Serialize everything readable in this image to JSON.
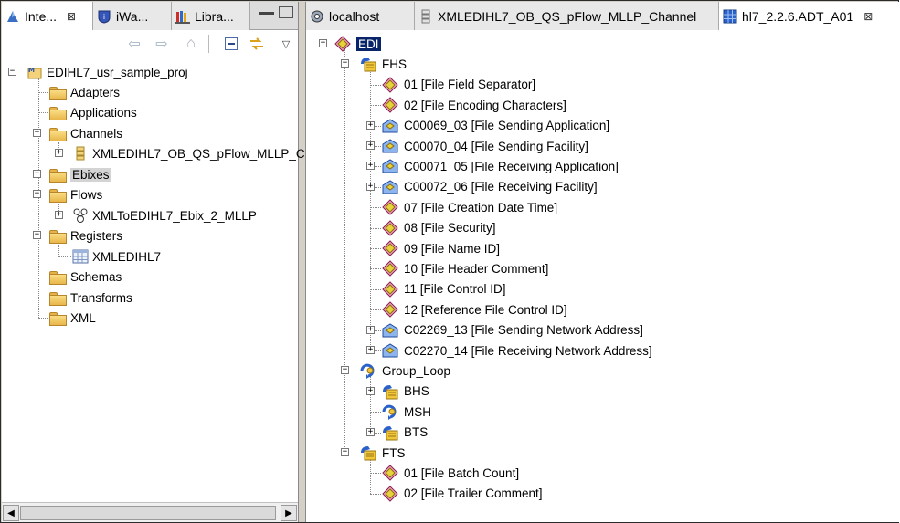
{
  "left_tabs": [
    {
      "label": "Inte...",
      "icon": "integration-explorer-icon",
      "close": "⊠"
    },
    {
      "label": "iWa...",
      "icon": "iway-shield-icon"
    },
    {
      "label": "Libra...",
      "icon": "library-books-icon"
    }
  ],
  "left_tree": {
    "project": "EDIHL7_usr_sample_proj",
    "adapters": "Adapters",
    "applications": "Applications",
    "channels": "Channels",
    "channel_item": "XMLEDIHL7_OB_QS_pFlow_MLLP_C",
    "ebixes": "Ebixes",
    "flows": "Flows",
    "flow_item": "XMLToEDIHL7_Ebix_2_MLLP",
    "registers": "Registers",
    "register_item": "XMLEDIHL7",
    "schemas": "Schemas",
    "transforms": "Transforms",
    "xml": "XML"
  },
  "right_tabs": [
    {
      "label": "localhost",
      "icon": "server-gear-icon"
    },
    {
      "label": "XMLEDIHL7_OB_QS_pFlow_MLLP_Channel",
      "icon": "channel-icon"
    },
    {
      "label": "hl7_2.2.6.ADT_A01",
      "icon": "ebix-grid-icon",
      "close": "⊠"
    }
  ],
  "edi_tree": {
    "root": "EDI",
    "fhs": "FHS",
    "fhs_items": [
      "01 [File Field Separator]",
      "02 [File Encoding Characters]",
      "C00069_03 [File Sending Application]",
      "C00070_04 [File Sending Facility]",
      "C00071_05 [File Receiving Application]",
      "C00072_06 [File Receiving Facility]",
      "07 [File Creation Date Time]",
      "08 [File Security]",
      "09 [File Name ID]",
      "10 [File Header Comment]",
      "11 [File Control ID]",
      "12 [Reference File Control ID]",
      "C02269_13 [File Sending Network Address]",
      "C02270_14 [File Receiving Network Address]"
    ],
    "group_loop": "Group_Loop",
    "group_items": [
      "BHS",
      "MSH",
      "BTS"
    ],
    "fts": "FTS",
    "fts_items": [
      "01 [File Batch Count]",
      "02 [File Trailer Comment]"
    ]
  }
}
